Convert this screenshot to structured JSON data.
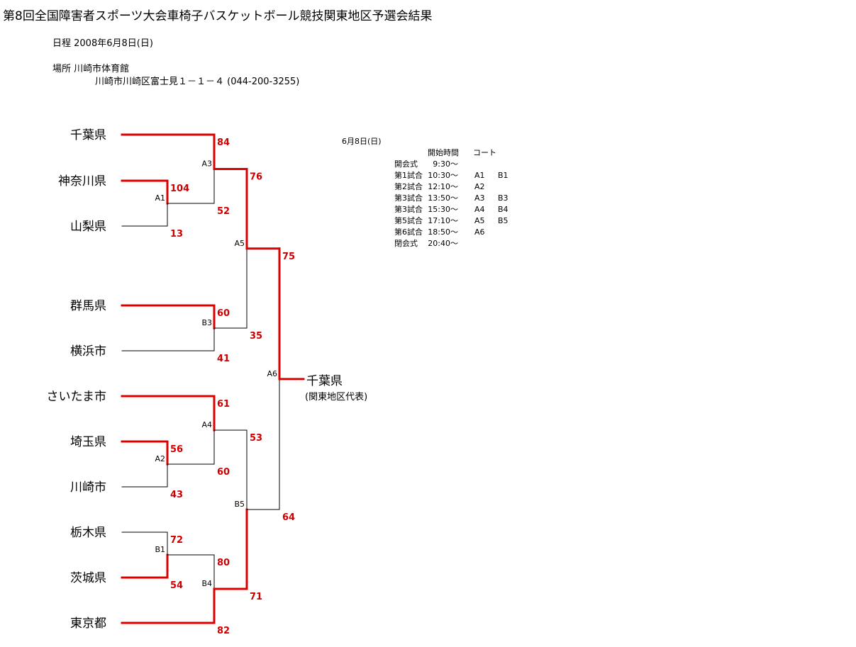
{
  "header": {
    "title": "第8回全国障害者スポーツ大会車椅子バスケットボール競技関東地区予選会結果",
    "date_line": "日程  2008年6月8日(日)",
    "venue_line": "場所  川崎市体育館",
    "address_line": "川崎市川崎区富士見１－１－４ (044-200-3255)"
  },
  "colors": {
    "winner_line": "#dd0000",
    "loser_line": "#000000",
    "score_text": "#cc0000"
  },
  "bracket": {
    "teams": [
      {
        "key": "t0",
        "name": "千葉県"
      },
      {
        "key": "t1",
        "name": "神奈川県"
      },
      {
        "key": "t2",
        "name": "山梨県"
      },
      {
        "key": "t3",
        "name": "群馬県"
      },
      {
        "key": "t4",
        "name": "横浜市"
      },
      {
        "key": "t5",
        "name": "さいたま市"
      },
      {
        "key": "t6",
        "name": "埼玉県"
      },
      {
        "key": "t7",
        "name": "川崎市"
      },
      {
        "key": "t8",
        "name": "栃木県"
      },
      {
        "key": "t9",
        "name": "茨城県"
      },
      {
        "key": "t10",
        "name": "東京都"
      }
    ],
    "matches": [
      {
        "id": "A1",
        "top": "t1",
        "bottom": "t2",
        "top_score": "104",
        "bottom_score": "13",
        "winner": "top"
      },
      {
        "id": "A2",
        "top": "t6",
        "bottom": "t7",
        "top_score": "56",
        "bottom_score": "43",
        "winner": "top"
      },
      {
        "id": "B1",
        "top": "t8",
        "bottom": "t9",
        "top_score": "72",
        "bottom_score": "54",
        "winner": "bottom"
      },
      {
        "id": "A3",
        "top": "t0",
        "bottom": "A1",
        "top_score": "84",
        "bottom_score": "52",
        "winner": "top"
      },
      {
        "id": "B3",
        "top": "t3",
        "bottom": "t4",
        "top_score": "60",
        "bottom_score": "41",
        "winner": "top"
      },
      {
        "id": "A4",
        "top": "t5",
        "bottom": "A2",
        "top_score": "61",
        "bottom_score": "60",
        "winner": "top"
      },
      {
        "id": "B4",
        "top": "B1",
        "bottom": "t10",
        "top_score": "80",
        "bottom_score": "82",
        "winner": "bottom"
      },
      {
        "id": "A5",
        "top": "A3",
        "bottom": "B3",
        "top_score": "76",
        "bottom_score": "35",
        "winner": "top"
      },
      {
        "id": "B5",
        "top": "A4",
        "bottom": "B4",
        "top_score": "53",
        "bottom_score": "71",
        "winner": "bottom"
      },
      {
        "id": "A6",
        "top": "A5",
        "bottom": "B5",
        "top_score": "75",
        "bottom_score": "64",
        "winner": "top"
      }
    ],
    "champion": {
      "name": "千葉県",
      "subtitle": "(関東地区代表)"
    }
  },
  "schedule": {
    "date": "6月8日(日)",
    "headers": {
      "time": "開始時間",
      "court": "コート"
    },
    "rows": [
      {
        "label": "開会式",
        "time": "9:30～",
        "court1": "",
        "court2": ""
      },
      {
        "label": "第1試合",
        "time": "10:30～",
        "court1": "A1",
        "court2": "B1"
      },
      {
        "label": "第2試合",
        "time": "12:10～",
        "court1": "A2",
        "court2": ""
      },
      {
        "label": "第3試合",
        "time": "13:50～",
        "court1": "A3",
        "court2": "B3"
      },
      {
        "label": "第3試合",
        "time": "15:30～",
        "court1": "A4",
        "court2": "B4"
      },
      {
        "label": "第5試合",
        "time": "17:10～",
        "court1": "A5",
        "court2": "B5"
      },
      {
        "label": "第6試合",
        "time": "18:50～",
        "court1": "A6",
        "court2": ""
      },
      {
        "label": "閉会式",
        "time": "20:40～",
        "court1": "",
        "court2": ""
      }
    ]
  }
}
